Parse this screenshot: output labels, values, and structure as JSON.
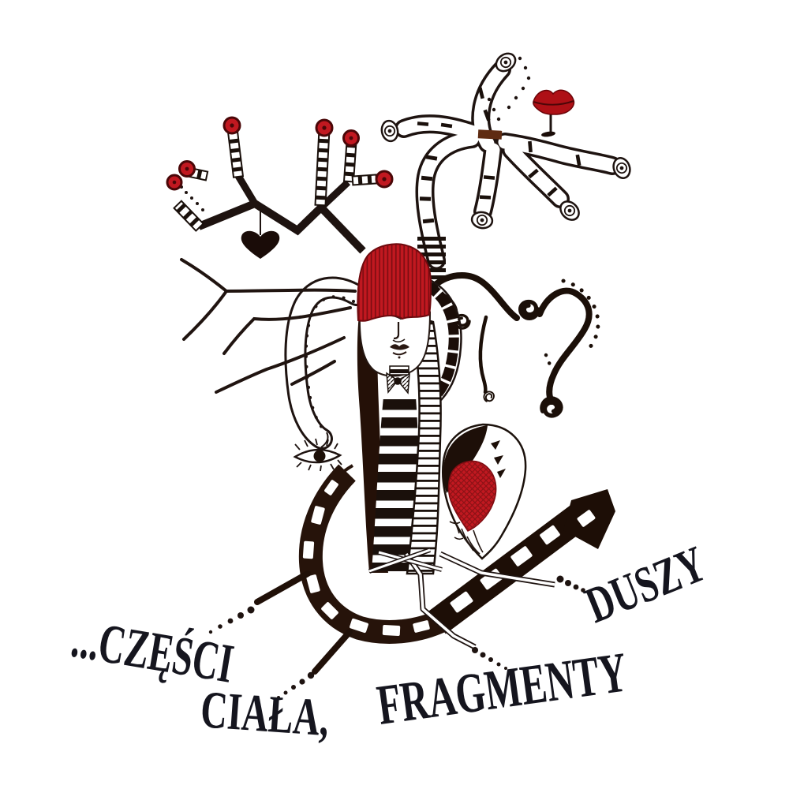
{
  "artwork": {
    "background": "#ffffff",
    "ink_color": "#1e1310",
    "track_color": "#24120a",
    "accent_red": "#c11820",
    "dark_red": "#7d0d12",
    "lips_red": "#ae1016",
    "text_color": "#15151e",
    "caption": {
      "full": "...CZĘŚCI CIAŁA, FRAGMENTY DUSZY",
      "word1": "...CZĘŚCI",
      "word2": "CIAŁA,",
      "word3": "FRAGMENTY",
      "word4": "DUSZY"
    },
    "motifs": [
      "tree-branches-with-red-berries",
      "hanging-heart",
      "red-lips-on-branch",
      "rolled-branch-tips",
      "red-bowl-hair-face",
      "hanging-eye",
      "striped-torso-and-ladder",
      "curly-tentacles-with-spirals",
      "teardrop-head-with-red-hair",
      "curved-track-with-windows",
      "filmstrip-band",
      "dotted-trails"
    ]
  }
}
